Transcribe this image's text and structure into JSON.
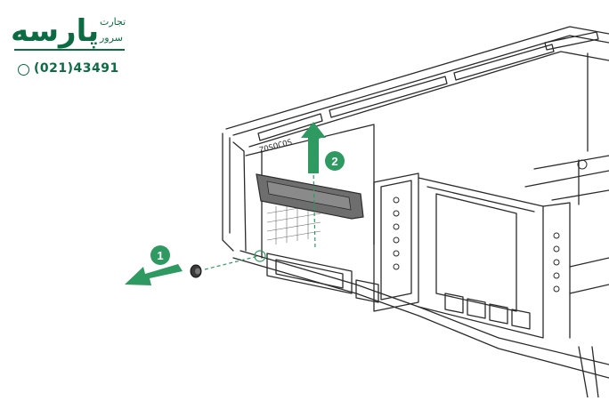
{
  "logo": {
    "wordmark": "پارسه",
    "subtitle_line1": "تجارت",
    "subtitle_line2": "سرور",
    "phone": "(021)43491"
  },
  "server_label": "ZOSOCOS",
  "callouts": {
    "step1": "1",
    "step2": "2"
  },
  "colors": {
    "brand": "#0c6b43",
    "arrow": "#2e9a62",
    "line": "#2b2b2b"
  }
}
